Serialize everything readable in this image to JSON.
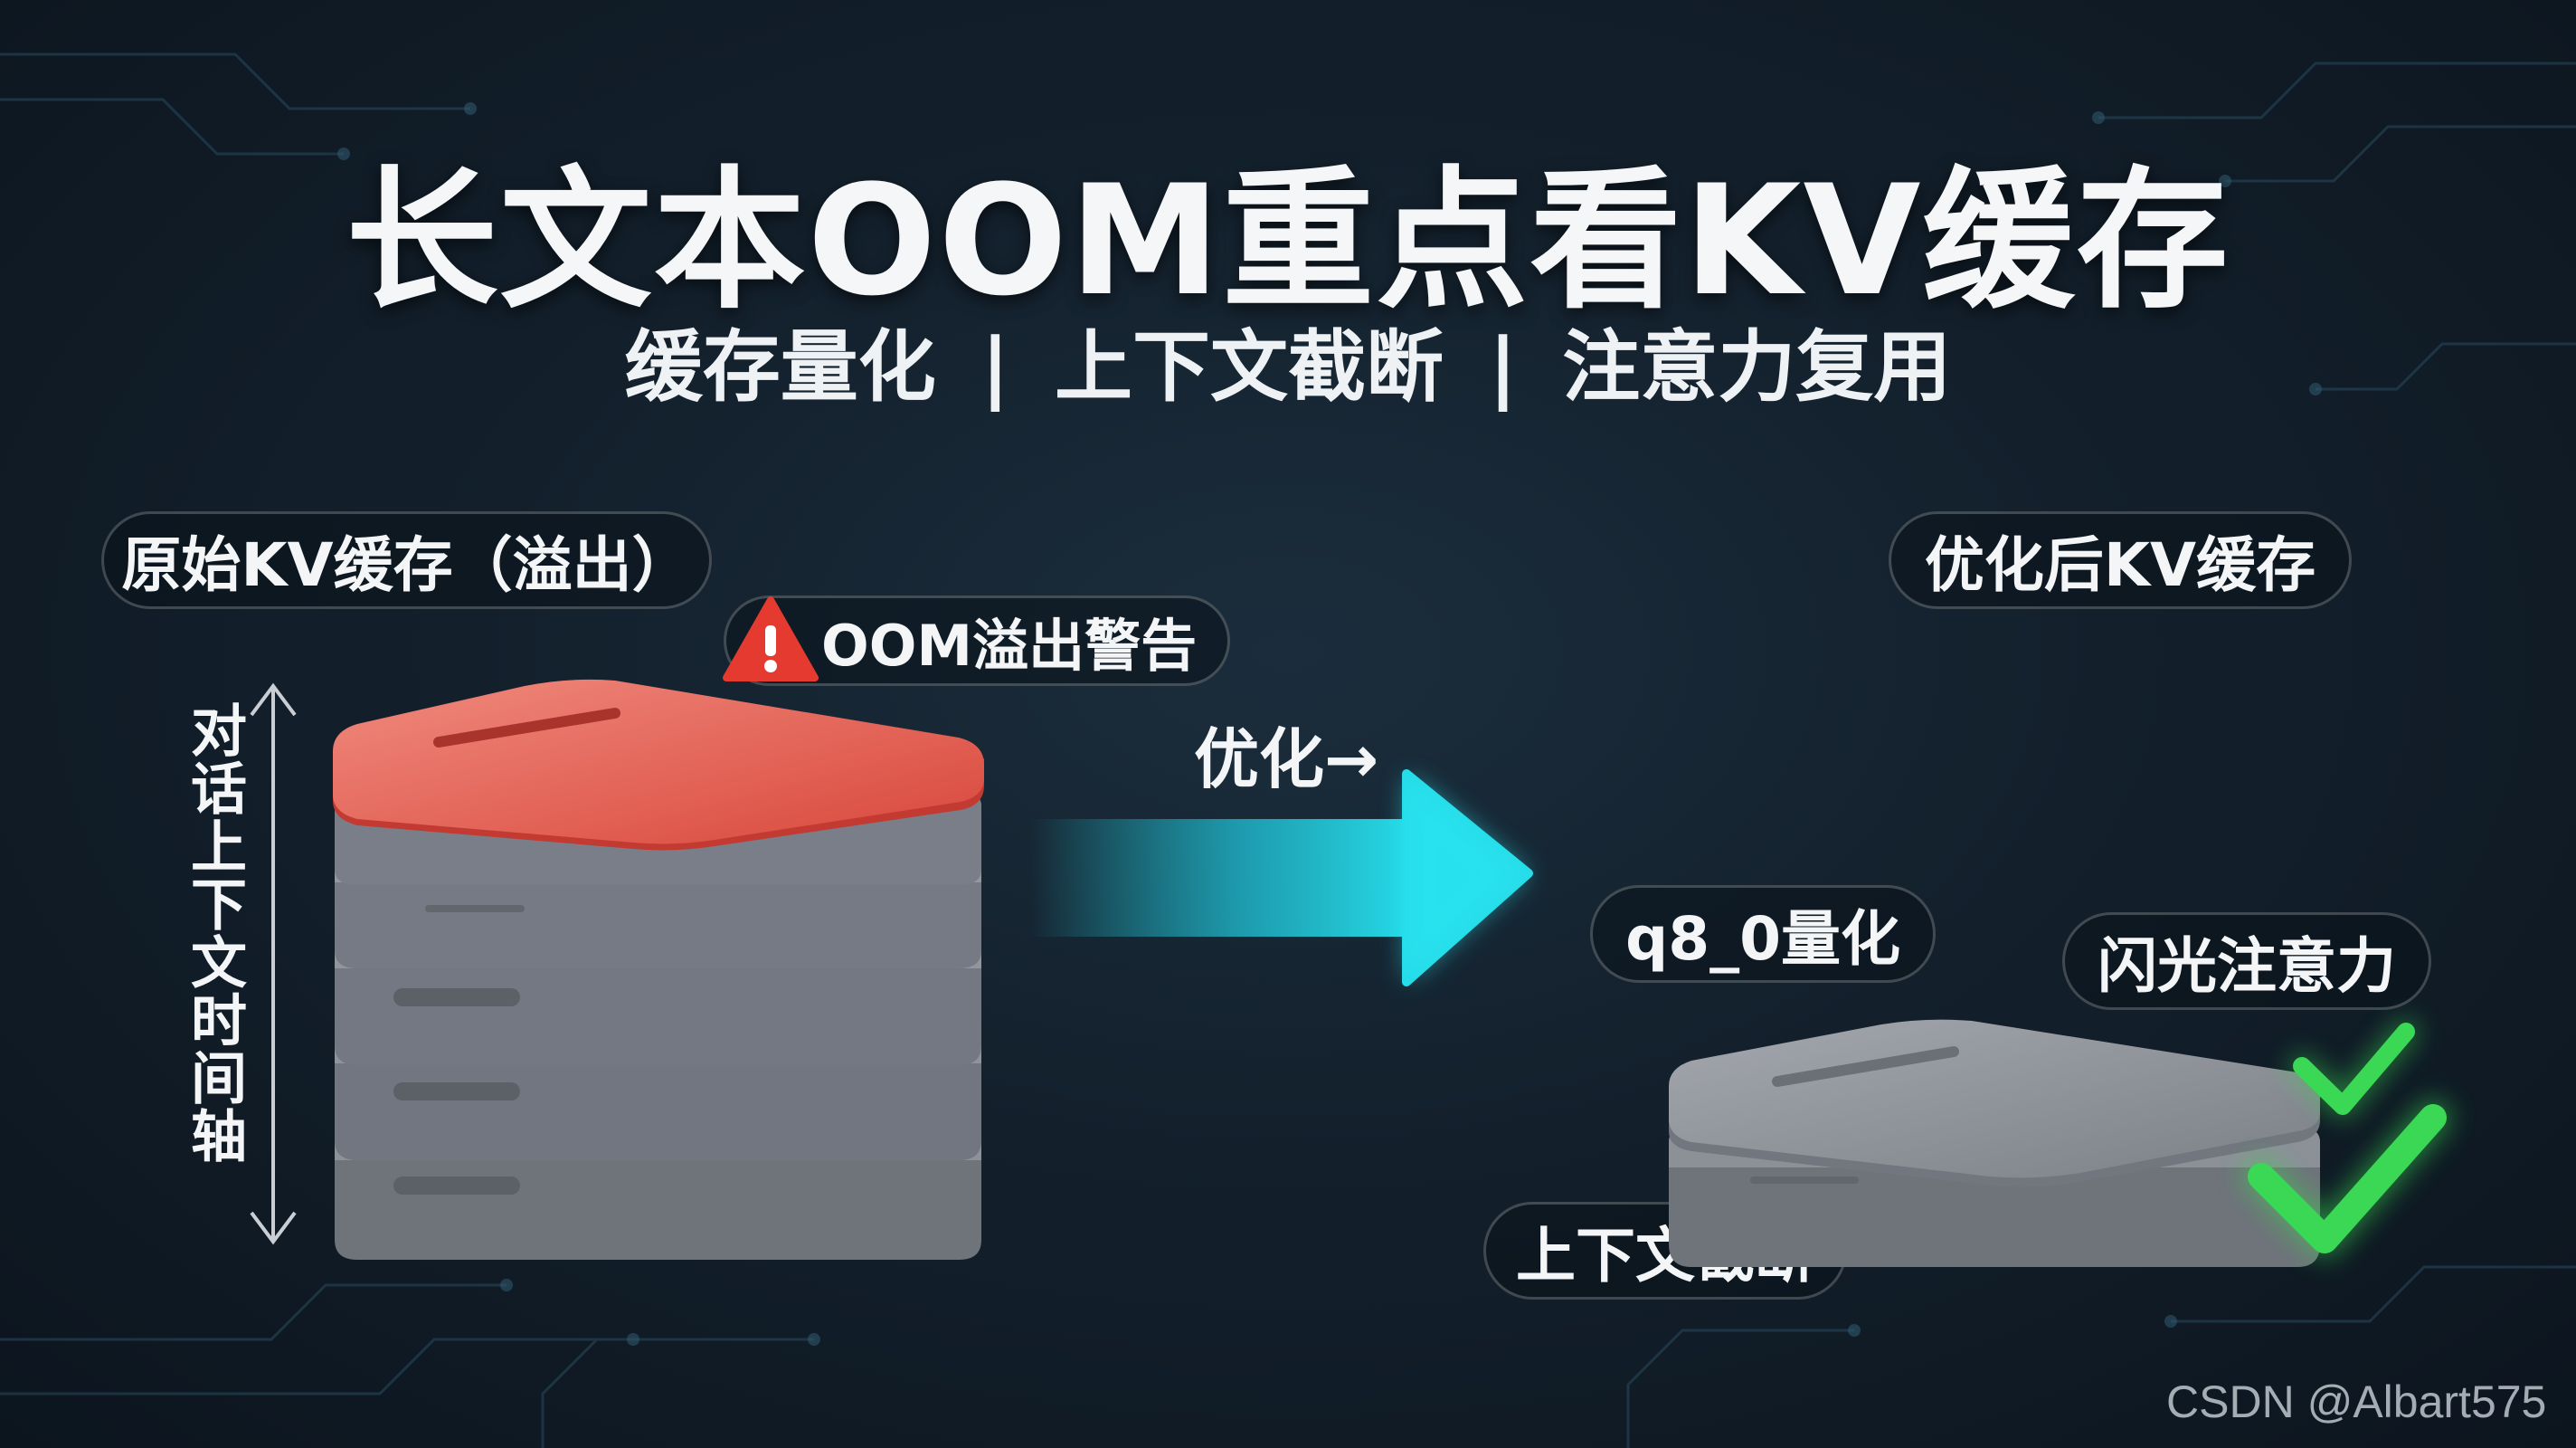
{
  "title": "长文本OOM重点看KV缓存",
  "subtitle": "缓存量化 | 上下文截断 | 注意力复用",
  "left_panel": {
    "label": "原始KV缓存（溢出）",
    "warning": "OOM溢出警告",
    "axis_label": "对话上下文时间轴"
  },
  "arrow_label": "优化→",
  "right_panel": {
    "label": "优化后KV缓存",
    "tags": {
      "quantize": "q8_0量化",
      "flash": "闪光注意力",
      "truncate": "上下文截断"
    }
  },
  "watermark": "CSDN @Albart575",
  "colors": {
    "overflow_layer": "#e2554a",
    "cache_layer": "#8a8e95",
    "arrow": "#1fd3e0",
    "check": "#35d24f",
    "warning": "#e53a30"
  },
  "icons": [
    "warning-icon",
    "double-arrow-icon",
    "right-arrow-icon",
    "check-icon"
  ]
}
